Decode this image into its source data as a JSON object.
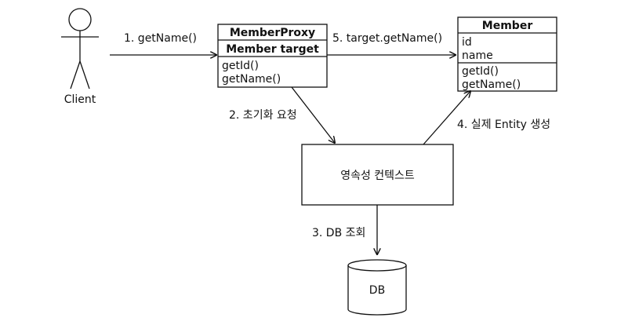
{
  "actor": {
    "label": "Client"
  },
  "proxy": {
    "title": "MemberProxy",
    "field": "Member target",
    "methods": [
      "getId()",
      "getName()"
    ]
  },
  "member": {
    "title": "Member",
    "fields": [
      "id",
      "name"
    ],
    "methods": [
      "getId()",
      "getName()"
    ]
  },
  "context": {
    "label": "영속성 컨텍스트"
  },
  "database": {
    "label": "DB"
  },
  "steps": {
    "s1": "1. getName()",
    "s2": "2. 초기화 요청",
    "s3": "3. DB 조회",
    "s4": "4. 실제 Entity 생성",
    "s5": "5. target.getName()"
  }
}
